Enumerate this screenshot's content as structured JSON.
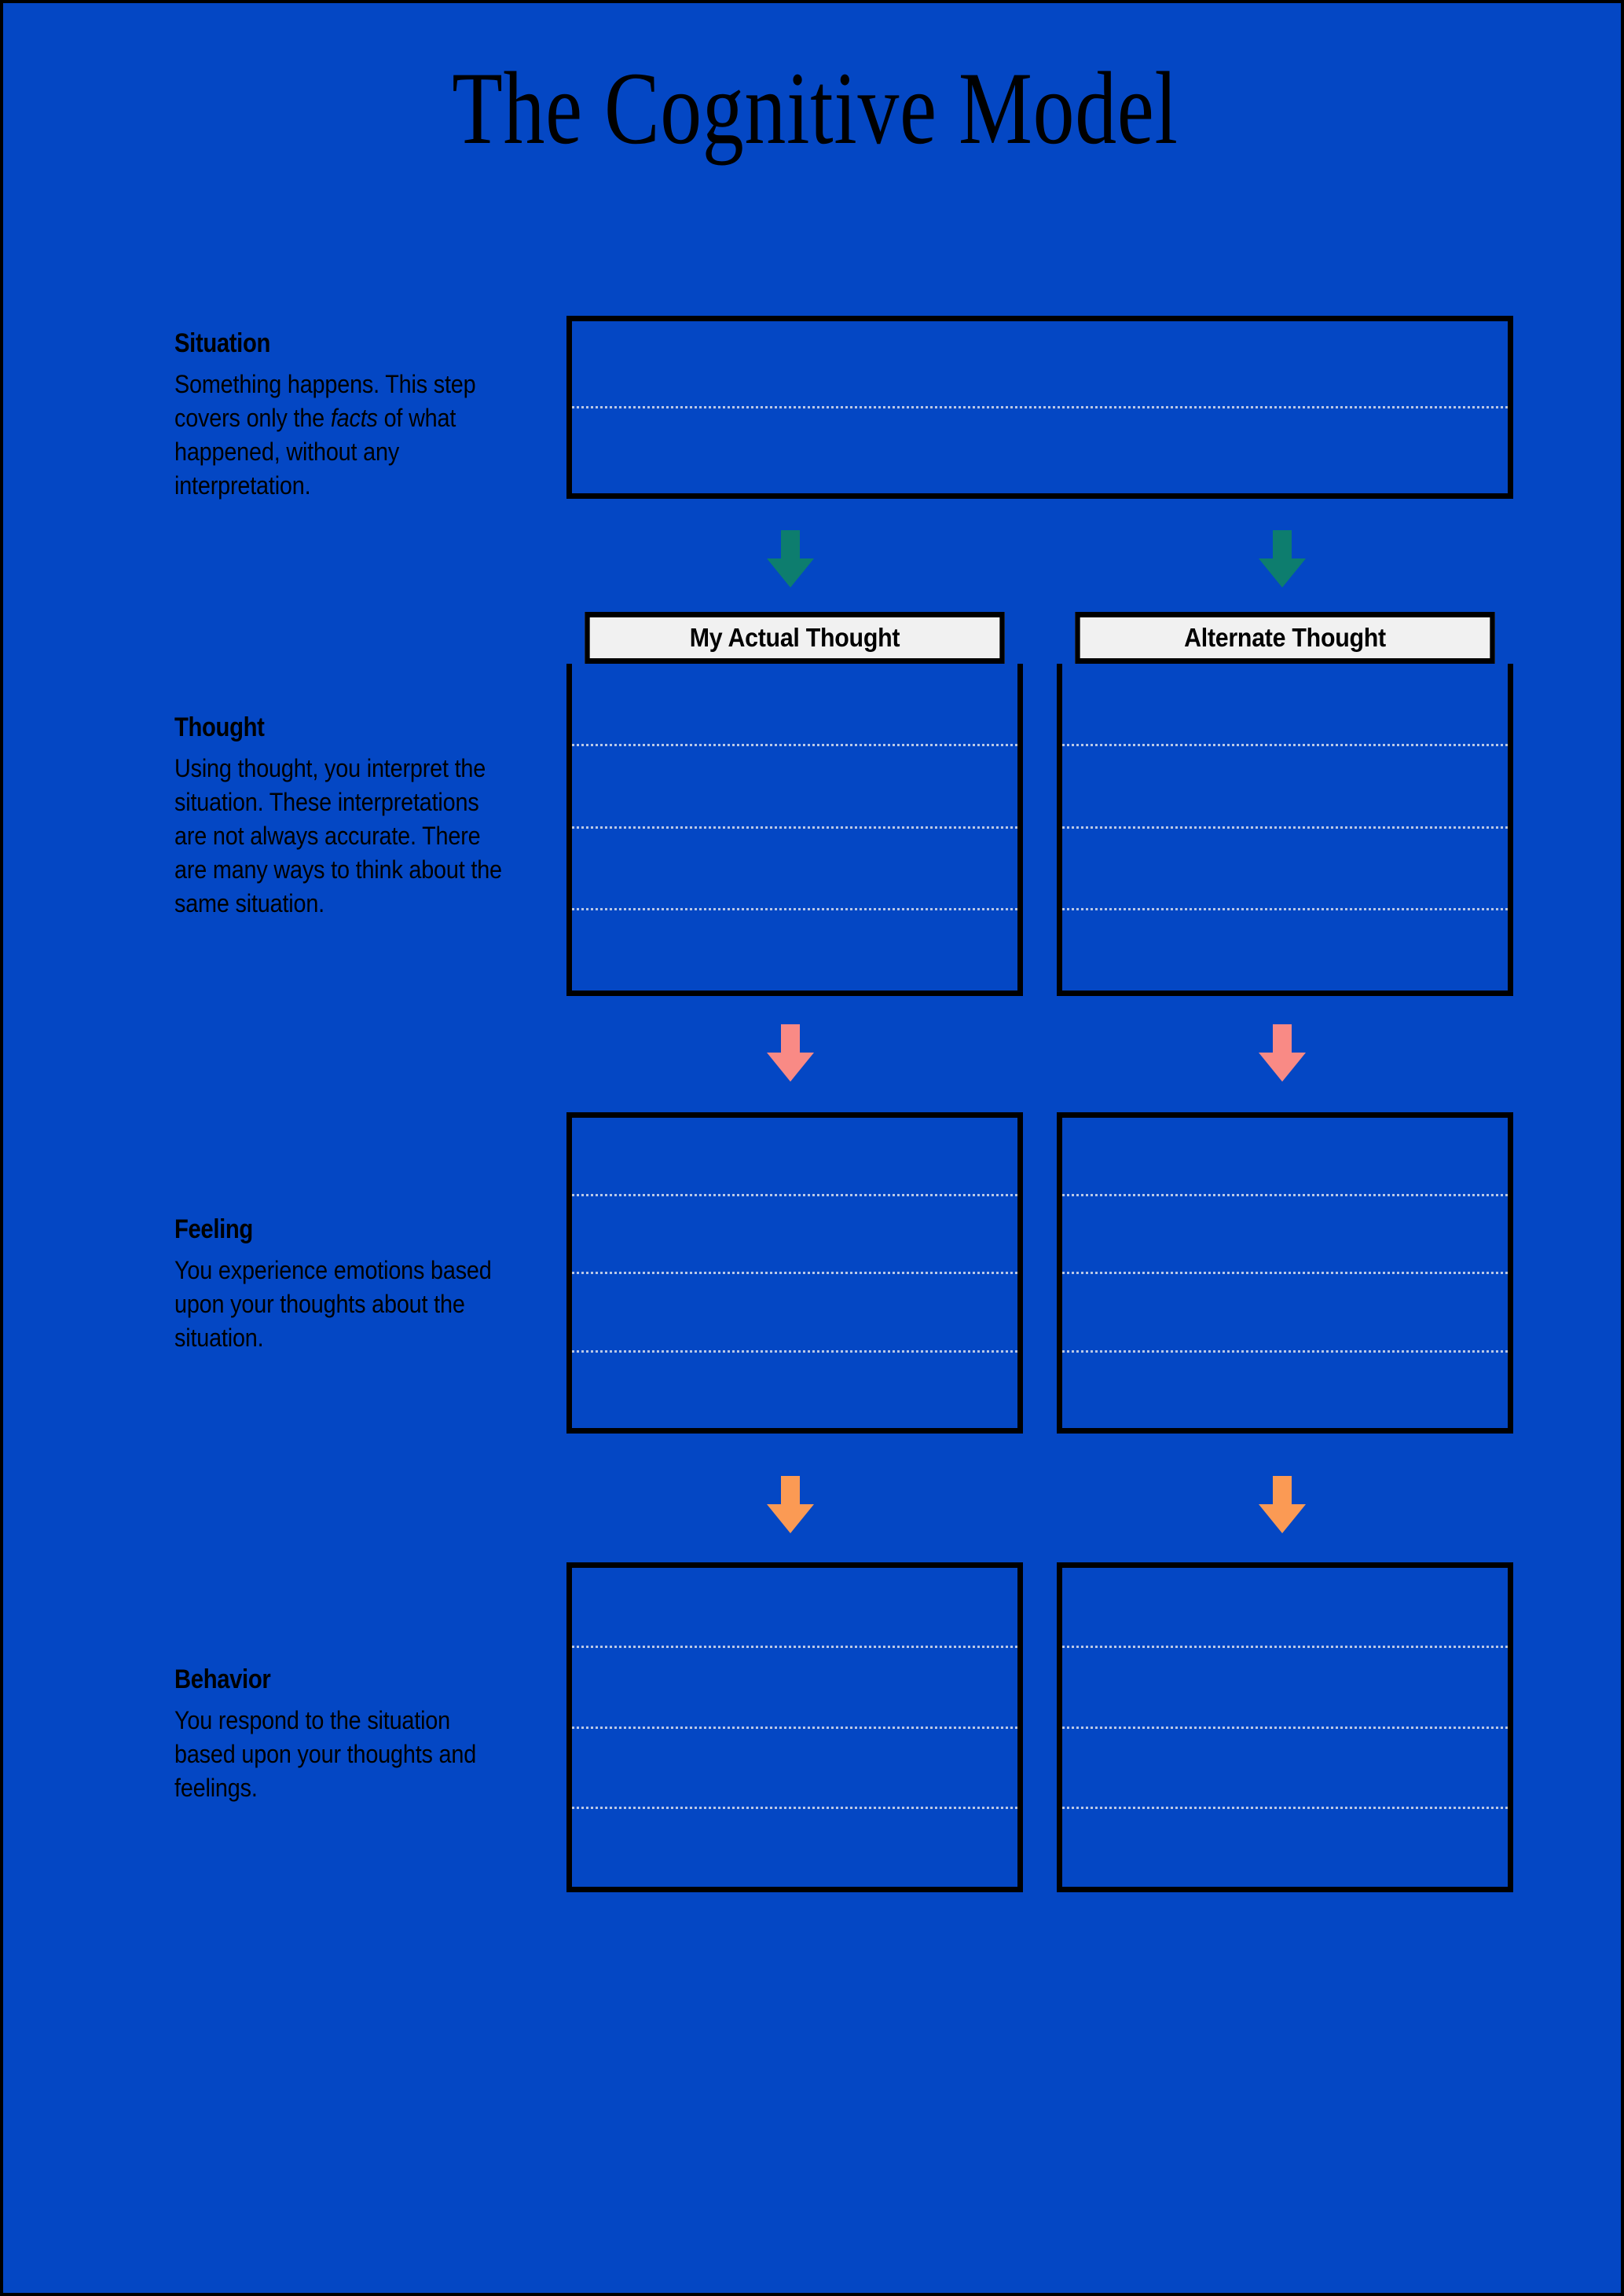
{
  "page": {
    "title": "The Cognitive Model",
    "background_color": "#0447c4",
    "border_color": "#000000",
    "text_color": "#000000"
  },
  "arrow_colors": {
    "situation_to_thought": "#0d7d6e",
    "thought_to_feeling": "#f98a85",
    "feeling_to_behavior": "#fb9a54"
  },
  "columns": [
    {
      "label": "My Actual Thought"
    },
    {
      "label": "Alternate Thought"
    }
  ],
  "sections": [
    {
      "key": "situation",
      "heading": "Situation",
      "body_before_em": "Something happens. This step covers only the ",
      "body_em": "facts",
      "body_after_em": " of what happened, without any interpretation.",
      "body_plain": "Something happens. This step covers only the facts of what happened, without any interpretation.",
      "write_lines": 2
    },
    {
      "key": "thought",
      "heading": "Thought",
      "body_plain": "Using thought, you interpret the situation. These interpretations are not always accurate. There are many ways to think about the same situation.",
      "write_lines": 4
    },
    {
      "key": "feeling",
      "heading": "Feeling",
      "body_plain": "You experience emotions based upon your thoughts about the situation.",
      "write_lines": 4
    },
    {
      "key": "behavior",
      "heading": "Behavior",
      "body_plain": "You respond to the situation based upon your thoughts and feelings.",
      "write_lines": 4
    }
  ],
  "icons": {
    "down_arrow": "arrow-down-icon"
  }
}
